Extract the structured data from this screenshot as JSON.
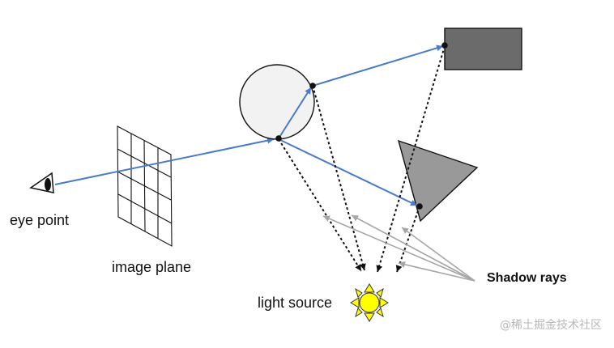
{
  "labels": {
    "eye_point": "eye point",
    "image_plane": "image plane",
    "light_source": "light source",
    "shadow_rays": "Shadow rays"
  },
  "watermark": "@稀土掘金技术社区",
  "colors": {
    "camera_ray": "#4a7bc8",
    "shadow_ray": "#111111",
    "pointer": "#a6a6a6",
    "sphere_fill": "#f2f2f2",
    "triangle_fill": "#999999",
    "rectangle_fill": "#6b6b6b",
    "sun_fill": "#ffff00",
    "sun_stroke": "#333333"
  },
  "icons": {
    "eye": "eye-icon",
    "sun": "sun-icon"
  }
}
